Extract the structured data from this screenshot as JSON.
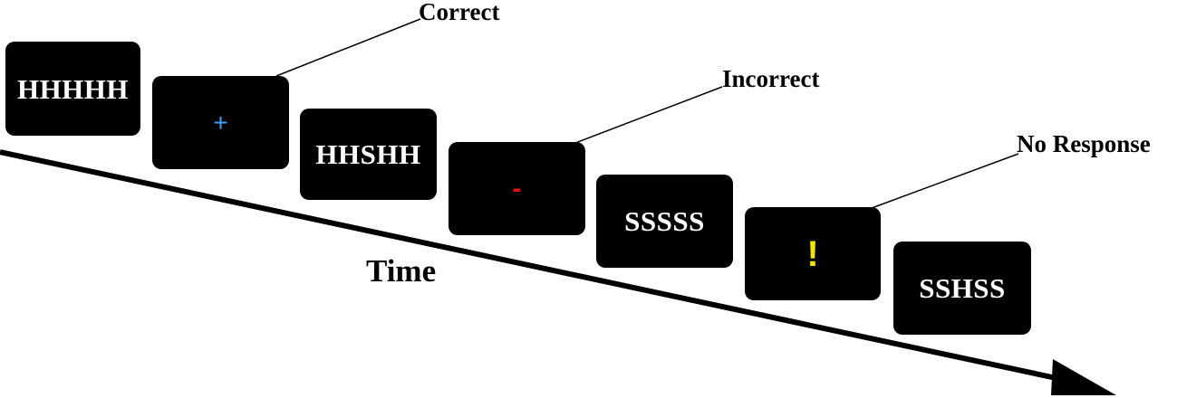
{
  "stimuli": [
    {
      "text": "HHHHH"
    },
    {
      "text": "HHSHH"
    },
    {
      "text": "SSSSS"
    },
    {
      "text": "SSHSS"
    }
  ],
  "feedback": [
    {
      "symbol": "+",
      "color": "#3fa0f0",
      "label": "Correct"
    },
    {
      "symbol": "-",
      "color": "#e01010",
      "label": "Incorrect"
    },
    {
      "symbol": "!",
      "color": "#f2e600",
      "label": "No Response"
    }
  ],
  "time_label": "Time"
}
